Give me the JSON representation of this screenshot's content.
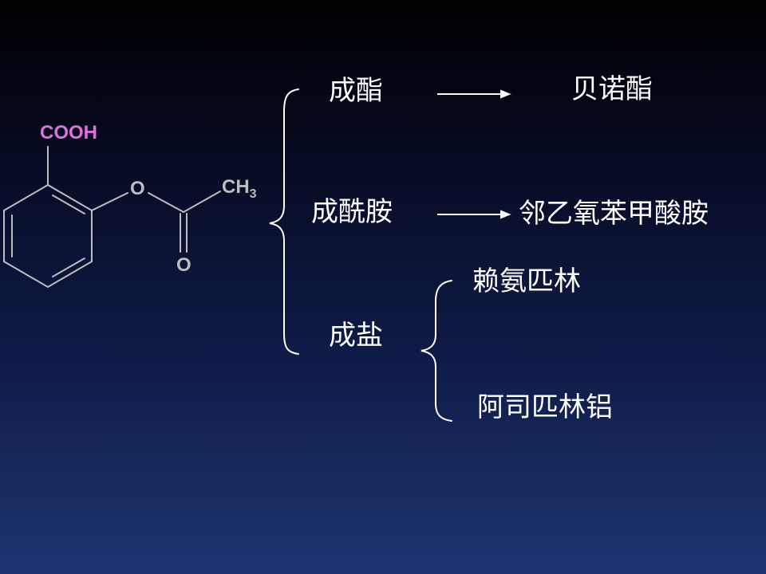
{
  "molecule": {
    "cooh": "COOH",
    "ester_o": "O",
    "carbonyl_o": "O",
    "methyl": "CH",
    "methyl_sub": "3",
    "colors": {
      "cooh": "#e070e0",
      "atoms": "#bdbdbd",
      "bonds": "#bdbdbd"
    }
  },
  "reactions": [
    {
      "type": "成酯",
      "product": "贝诺酯"
    },
    {
      "type": "成酰胺",
      "product": "邻乙氧苯甲酸胺"
    },
    {
      "type": "成盐",
      "products": [
        "赖氨匹林",
        "阿司匹林铝"
      ]
    }
  ],
  "colors": {
    "text": "#ffffff",
    "bg_top": "#000000",
    "bg_bottom": "#1d3570"
  }
}
